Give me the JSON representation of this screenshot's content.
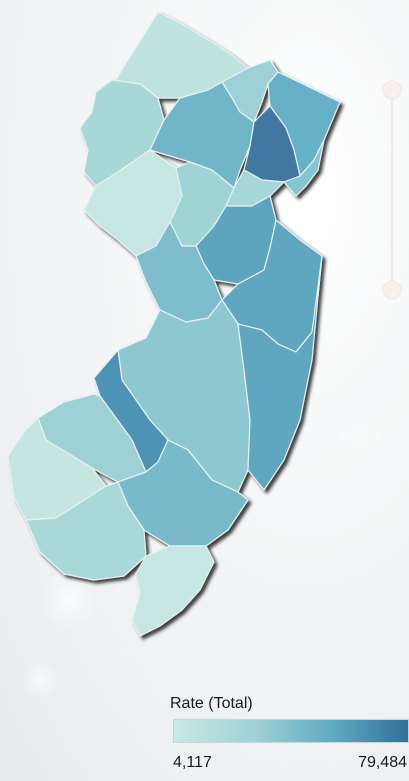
{
  "legend": {
    "title": "Rate (Total)",
    "min_label": "4,117",
    "max_label": "79,484",
    "color_low": "#c9e9e3",
    "color_high": "#336f9a"
  },
  "map": {
    "region": "New Jersey",
    "color_scale": [
      "#c9e9e3",
      "#a9d9da",
      "#7fc0cd",
      "#5aa8bf",
      "#4a8fb0",
      "#336f9a"
    ]
  }
}
